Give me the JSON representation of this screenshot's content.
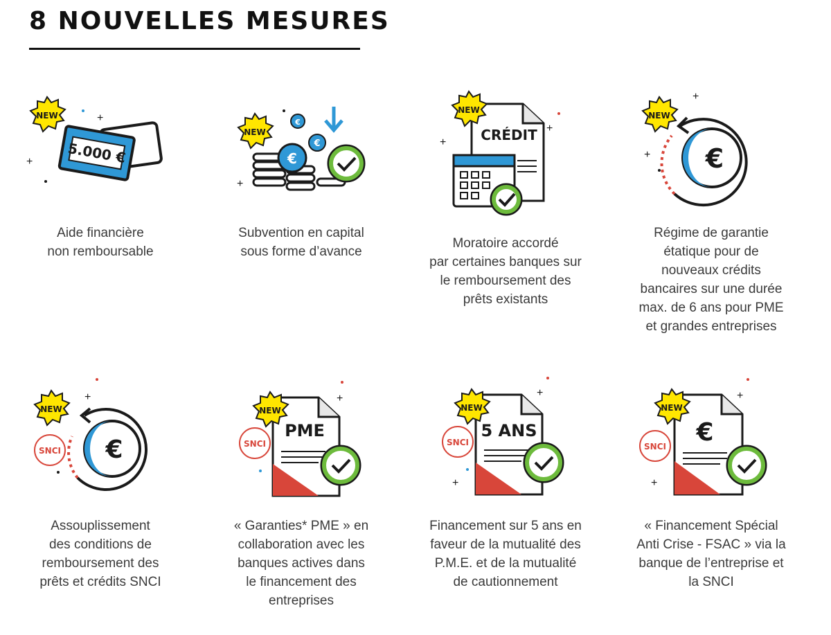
{
  "page_title": "8 NOUVELLES MESURES",
  "colors": {
    "blue": "#2f98d6",
    "red": "#d8463a",
    "green": "#6dbb3c",
    "yellow": "#ffe600",
    "ink": "#1a1a1a"
  },
  "badge_label": "NEW",
  "snci_label": "SNCI",
  "measures": [
    {
      "icon": "banknote-icon",
      "icon_text": "5.000 €",
      "caption": "Aide financière\nnon remboursable"
    },
    {
      "icon": "coins-icon",
      "caption": "Subvention en capital\nsous forme d’avance"
    },
    {
      "icon": "credit-calendar-icon",
      "icon_text": "CRÉDIT",
      "caption": "Moratoire accordé\npar certaines banques sur\nle remboursement des\nprêts existants"
    },
    {
      "icon": "euro-circle-icon",
      "caption": "Régime de garantie\nétatique pour de\nnouveaux crédits\nbancaires  sur une durée\nmax. de 6 ans pour PME\net grandes entreprises"
    },
    {
      "icon": "snci-euro-circle-icon",
      "caption": "Assouplissement\ndes conditions de\nremboursement des\nprêts et crédits SNCI"
    },
    {
      "icon": "pme-document-icon",
      "icon_text": "PME",
      "caption": "« Garanties* PME » en\ncollaboration avec les\nbanques actives dans\nle financement des\nentreprises"
    },
    {
      "icon": "five-years-document-icon",
      "icon_text": "5 ANS",
      "caption": "Financement sur 5 ans en\nfaveur de la mutualité des\nP.M.E. et de la mutualité\nde cautionnement"
    },
    {
      "icon": "euro-document-icon",
      "icon_text": "€",
      "caption": "« Financement Spécial\nAnti Crise - FSAC » via la\nbanque de l’entreprise et\nla SNCI"
    }
  ]
}
